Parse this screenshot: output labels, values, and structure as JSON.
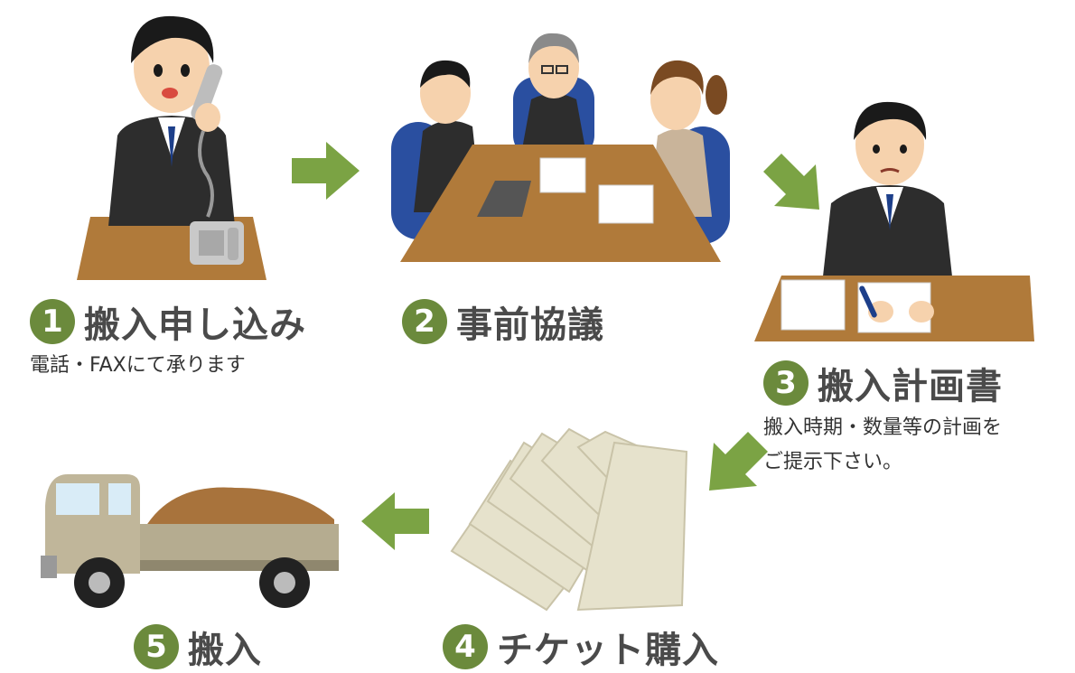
{
  "steps": [
    {
      "number": "1",
      "title": "搬入申し込み",
      "description": [
        "電話・FAXにて承ります"
      ]
    },
    {
      "number": "2",
      "title": "事前協議",
      "description": []
    },
    {
      "number": "3",
      "title": "搬入計画書",
      "description": [
        "搬入時期・数量等の計画を",
        "ご提示下さい。"
      ]
    },
    {
      "number": "4",
      "title": "チケット購入",
      "description": []
    },
    {
      "number": "5",
      "title": "搬入",
      "description": []
    }
  ],
  "colors": {
    "accent_green": "#6b8a3c",
    "arrow_green": "#7ba344",
    "desk_brown": "#b07a3a",
    "suit": "#2d2d2d"
  },
  "icons": [
    "phone-call-illustration",
    "meeting-illustration",
    "writing-plan-illustration",
    "tickets-illustration",
    "dump-truck-illustration",
    "arrow-right-icon",
    "arrow-down-right-icon",
    "arrow-down-left-icon",
    "arrow-left-icon"
  ]
}
